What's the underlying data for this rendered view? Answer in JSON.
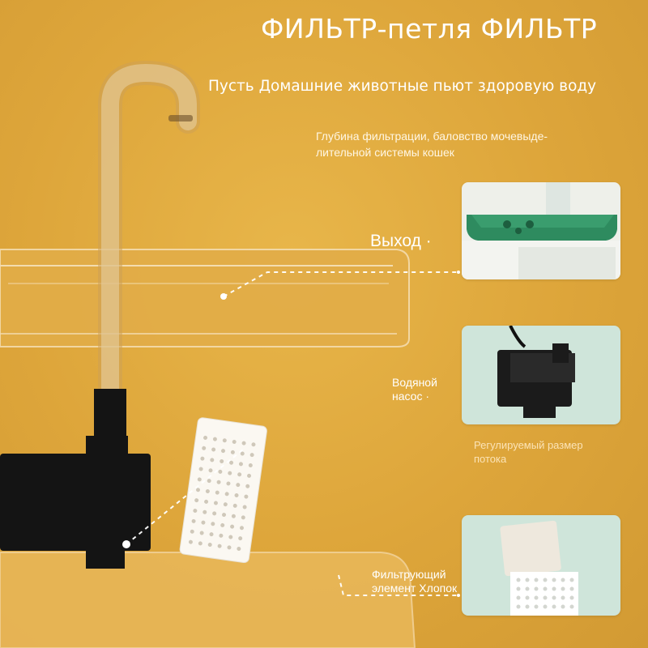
{
  "header": {
    "title": "ФИЛЬТР-петля ФИЛЬТР",
    "subtitle": "Пусть Домашние животные пьют здоровую воду",
    "description_line1": "Глубина фильтрации, баловство мочевыде-",
    "description_line2": "лительной системы кошек"
  },
  "callouts": {
    "outlet": "Выход ·",
    "pump_line1": "Водяной",
    "pump_line2": "насос ·",
    "flow_line1": "Регулируемый размер",
    "flow_line2": "потока",
    "filter_line1": "Фильтрующий",
    "filter_line2": "элемент Хлопок"
  },
  "colors": {
    "background": "#dda53a",
    "tray_green": "#2e8b5f",
    "pump_black": "#141414",
    "thumb_bg_light": "#eef0ea",
    "thumb_bg_mint": "#cfe5da"
  },
  "icons": [
    "faucet-pipe",
    "water-tray",
    "pump",
    "filter-card",
    "sponge-filter"
  ]
}
